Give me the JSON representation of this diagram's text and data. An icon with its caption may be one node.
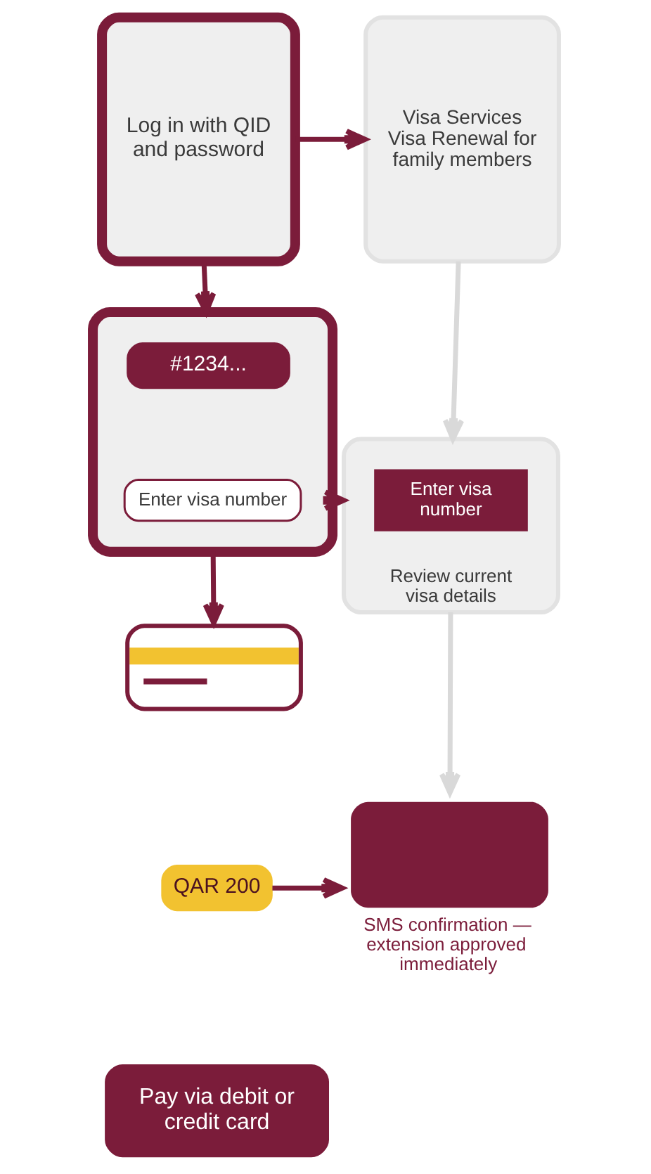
{
  "diagram": {
    "nodes": [
      {
        "text": [
          "Log in with QID and password"
        ]
      },
      {
        "text": [
          "Visa Services",
          "Visa Renewal for family members"
        ]
      },
      {
        "text": [],
        "shape": "box"
      },
      {
        "text": [
          "#1234..."
        ],
        "in": 2
      },
      {
        "text": [
          "Enter visa number"
        ],
        "in": 2
      },
      {
        "text": [
          "Review current visa details"
        ]
      },
      {
        "text": [
          "Enter visa number"
        ],
        "in": 5
      },
      {
        "text": [],
        "shape": "picture"
      },
      {
        "text": [
          "QAR 200"
        ]
      },
      {
        "text": [
          "Pay via debit or credit card"
        ]
      },
      {
        "text": [
          "SMS confirmation — extension approved immediately"
        ]
      }
    ],
    "edges": [
      {
        "from": 0,
        "to": 1,
        "arrow": "to"
      },
      {
        "from": 0,
        "to": 2,
        "arrow": "to"
      },
      {
        "from": 1,
        "to": 5,
        "arrow": "to",
        "color": "#d9d9d9"
      },
      {
        "from": 2,
        "to": 5,
        "arrow": "to"
      },
      {
        "from": 2,
        "to": 7,
        "arrow": "to"
      },
      {
        "from": 5,
        "to": 10,
        "arrow": "to",
        "color": "#d9d9d9"
      },
      {
        "from": 8,
        "to": 10,
        "arrow": "to"
      }
    ]
  }
}
